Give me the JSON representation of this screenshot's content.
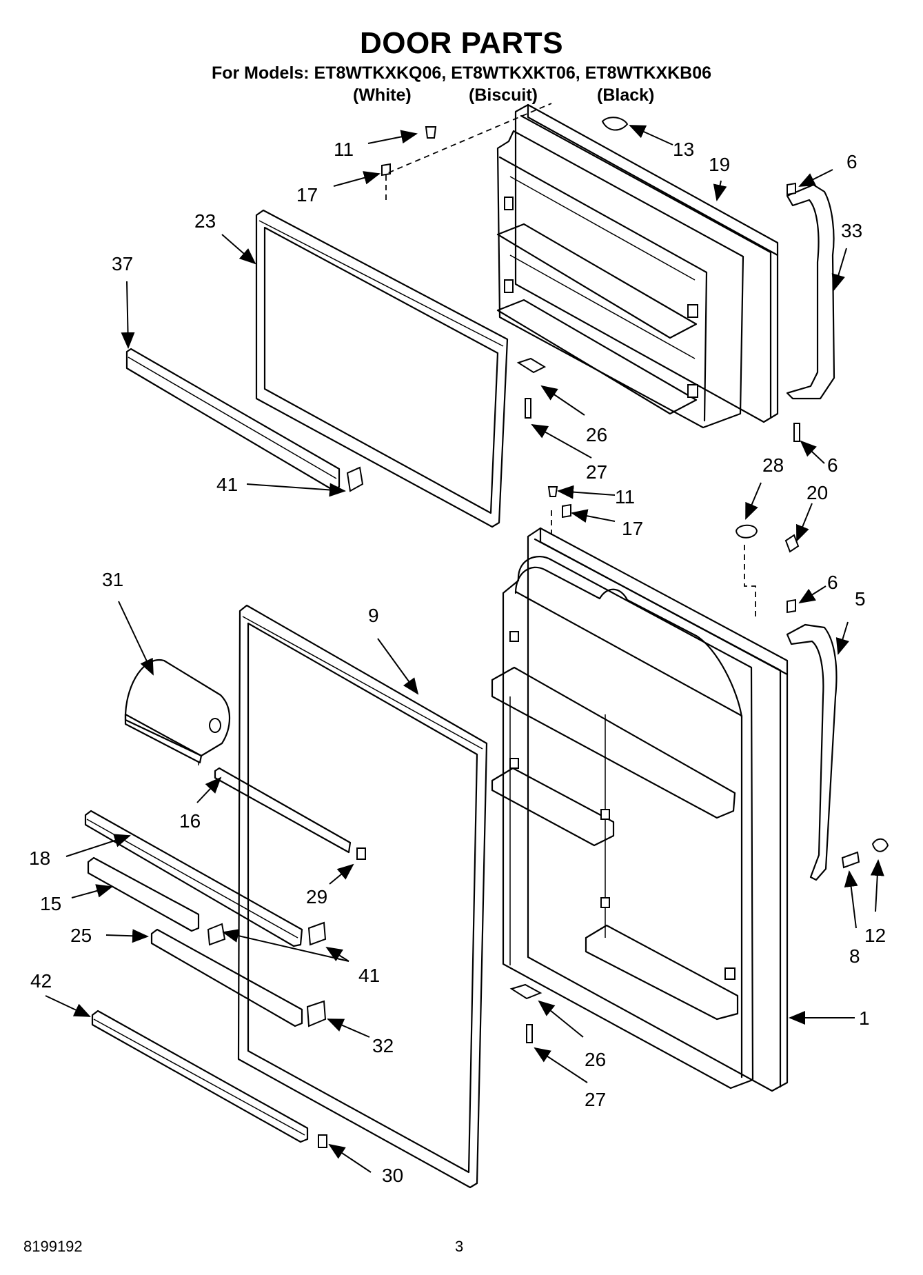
{
  "header": {
    "title": "DOOR PARTS",
    "models_line": "For Models: ET8WTKXKQ06, ET8WTKXKT06, ET8WTKXKB06",
    "color_white": "(White)",
    "color_biscuit": "(Biscuit)",
    "color_black": "(Black)"
  },
  "callouts": {
    "c11a": "11",
    "c13": "13",
    "c19": "19",
    "c6a": "6",
    "c17a": "17",
    "c23": "23",
    "c33": "33",
    "c37": "37",
    "c26a": "26",
    "c27a": "27",
    "c6b": "6",
    "c41a": "41",
    "c28": "28",
    "c11b": "11",
    "c20": "20",
    "c17b": "17",
    "c31": "31",
    "c6c": "6",
    "c9": "9",
    "c5": "5",
    "c16": "16",
    "c18": "18",
    "c29": "29",
    "c15": "15",
    "c8": "8",
    "c12": "12",
    "c25": "25",
    "c41b": "41",
    "c42": "42",
    "c32": "32",
    "c1": "1",
    "c26b": "26",
    "c27b": "27",
    "c30": "30"
  },
  "footer": {
    "doc_number": "8199192",
    "page_number": "3"
  }
}
